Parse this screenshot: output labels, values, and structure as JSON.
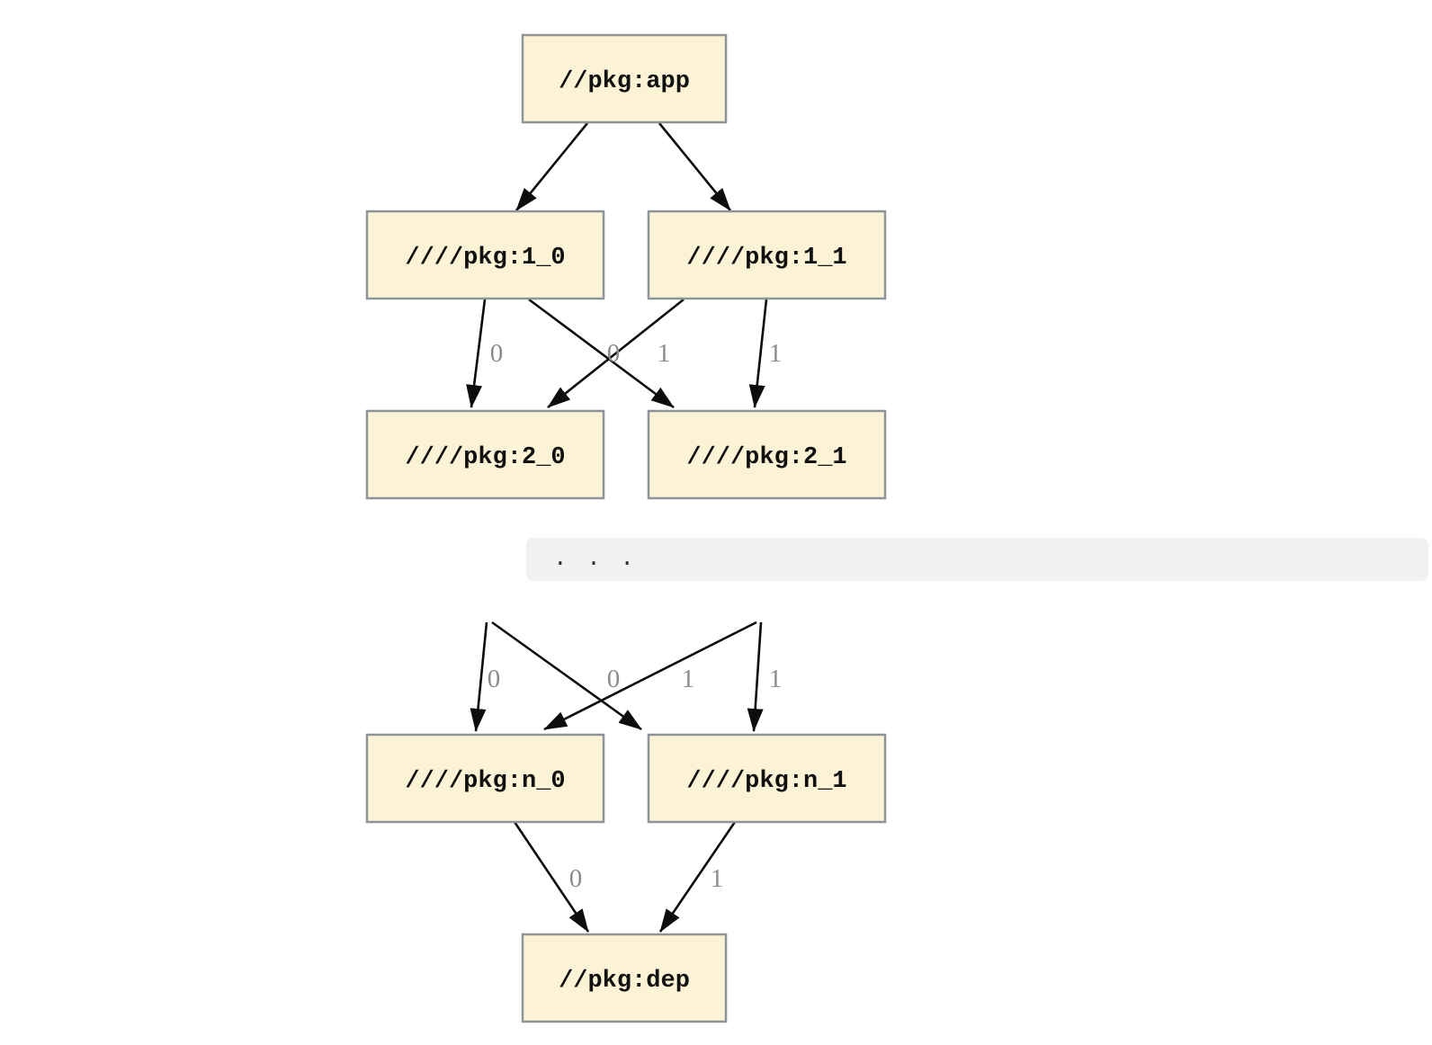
{
  "colors": {
    "background": "#ffffff",
    "node_fill": "#fcf3d6",
    "node_border": "#8d959b",
    "edge": "#0d0d0d",
    "edge_label": "#8c8c8c",
    "code_band_bg": "#f1f1f1",
    "code_band_text": "#2e2e2e"
  },
  "graph1": {
    "nodes": [
      {
        "id": "app",
        "label": "//pkg:app"
      },
      {
        "id": "1_0",
        "label": "////pkg:1_0"
      },
      {
        "id": "1_1",
        "label": "////pkg:1_1"
      },
      {
        "id": "2_0",
        "label": "////pkg:2_0"
      },
      {
        "id": "2_1",
        "label": "////pkg:2_1"
      }
    ],
    "edges": [
      {
        "from": "app",
        "to": "1_0",
        "label": ""
      },
      {
        "from": "app",
        "to": "1_1",
        "label": ""
      },
      {
        "from": "1_0",
        "to": "2_0",
        "label": "0"
      },
      {
        "from": "1_0",
        "to": "2_1",
        "label": "1"
      },
      {
        "from": "1_1",
        "to": "2_0",
        "label": "0"
      },
      {
        "from": "1_1",
        "to": "2_1",
        "label": "1"
      }
    ]
  },
  "ellipsis": {
    "text": ". . ."
  },
  "graph2": {
    "nodes": [
      {
        "id": "n_0",
        "label": "////pkg:n_0"
      },
      {
        "id": "n_1",
        "label": "////pkg:n_1"
      },
      {
        "id": "dep",
        "label": "//pkg:dep"
      }
    ],
    "edges": [
      {
        "from": "(row above)",
        "to": "n_0",
        "label": "0"
      },
      {
        "from": "(row above)",
        "to": "n_1",
        "label": "1"
      },
      {
        "from": "(row above)",
        "to": "n_0",
        "label": "0"
      },
      {
        "from": "(row above)",
        "to": "n_1",
        "label": "1"
      },
      {
        "from": "n_0",
        "to": "dep",
        "label": "0"
      },
      {
        "from": "n_1",
        "to": "dep",
        "label": "1"
      }
    ]
  }
}
